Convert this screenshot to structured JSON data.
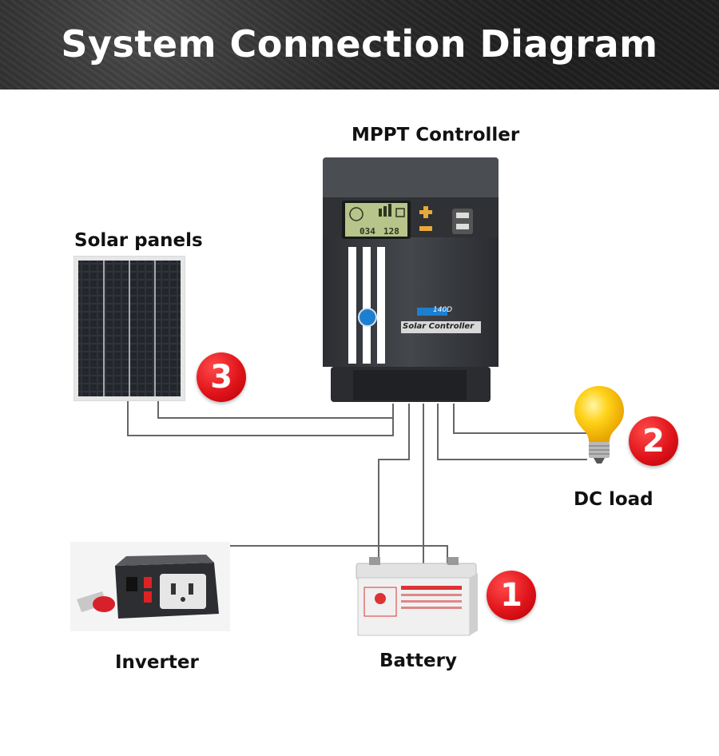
{
  "title": "System Connection Diagram",
  "labels": {
    "controller": "MPPT Controller",
    "solar": "Solar panels",
    "dc_load": "DC load",
    "inverter": "Inverter",
    "battery": "Battery"
  },
  "badges": {
    "one": "1",
    "two": "2",
    "three": "3"
  },
  "controller_screen": {
    "left_value": "034",
    "right_value": "128"
  },
  "controller_plate": {
    "model": "140D",
    "name": "Solar Controller"
  },
  "colors": {
    "badge": "#e0141a",
    "controller_body": "#3a3c40",
    "lcd": "#b7c48a",
    "bulb": "#ffd21a",
    "wire": "#555555"
  }
}
